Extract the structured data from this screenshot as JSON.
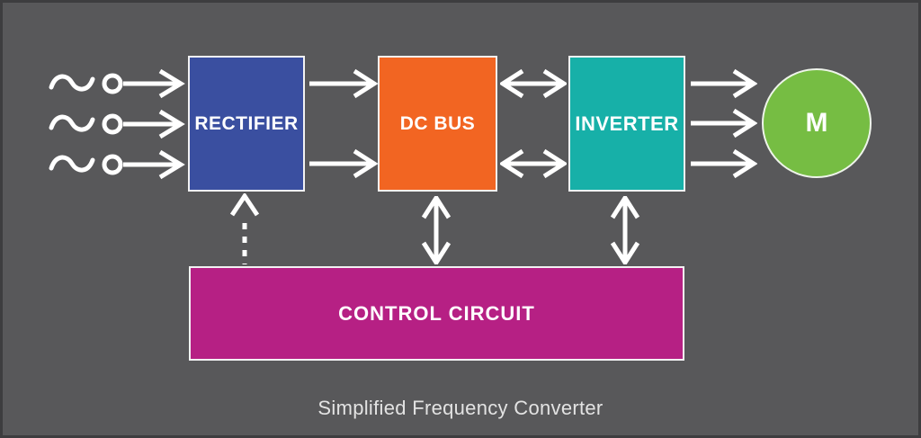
{
  "title": "Simplified Frequency Converter",
  "blocks": {
    "rectifier": {
      "label": "RECTIFIER",
      "color": "#3a4fa0"
    },
    "dc_bus": {
      "label": "DC BUS",
      "color": "#f26522"
    },
    "inverter": {
      "label": "INVERTER",
      "color": "#17b0a8"
    },
    "motor": {
      "label": "M",
      "color": "#76bd43"
    },
    "control_circuit": {
      "label": "CONTROL CIRCUIT",
      "color": "#b62084"
    }
  },
  "colors": {
    "background": "#58585a",
    "line": "#ffffff",
    "caption_text": "#e3e3e3"
  },
  "inputs": {
    "phase_count": 3,
    "icon": "ac-wave-icon"
  },
  "connections": [
    {
      "from": "ac-supply",
      "to": "rectifier",
      "style": "solid",
      "direction": "one-way",
      "count": 3
    },
    {
      "from": "rectifier",
      "to": "dc_bus",
      "style": "solid",
      "direction": "one-way",
      "count": 2
    },
    {
      "from": "dc_bus",
      "to": "inverter",
      "style": "solid",
      "direction": "two-way",
      "count": 2
    },
    {
      "from": "inverter",
      "to": "motor",
      "style": "solid",
      "direction": "one-way",
      "count": 3
    },
    {
      "from": "control_circuit",
      "to": "rectifier",
      "style": "dashed",
      "direction": "one-way",
      "count": 1
    },
    {
      "from": "control_circuit",
      "to": "dc_bus",
      "style": "solid",
      "direction": "two-way",
      "count": 1
    },
    {
      "from": "control_circuit",
      "to": "inverter",
      "style": "solid",
      "direction": "two-way",
      "count": 1
    }
  ]
}
